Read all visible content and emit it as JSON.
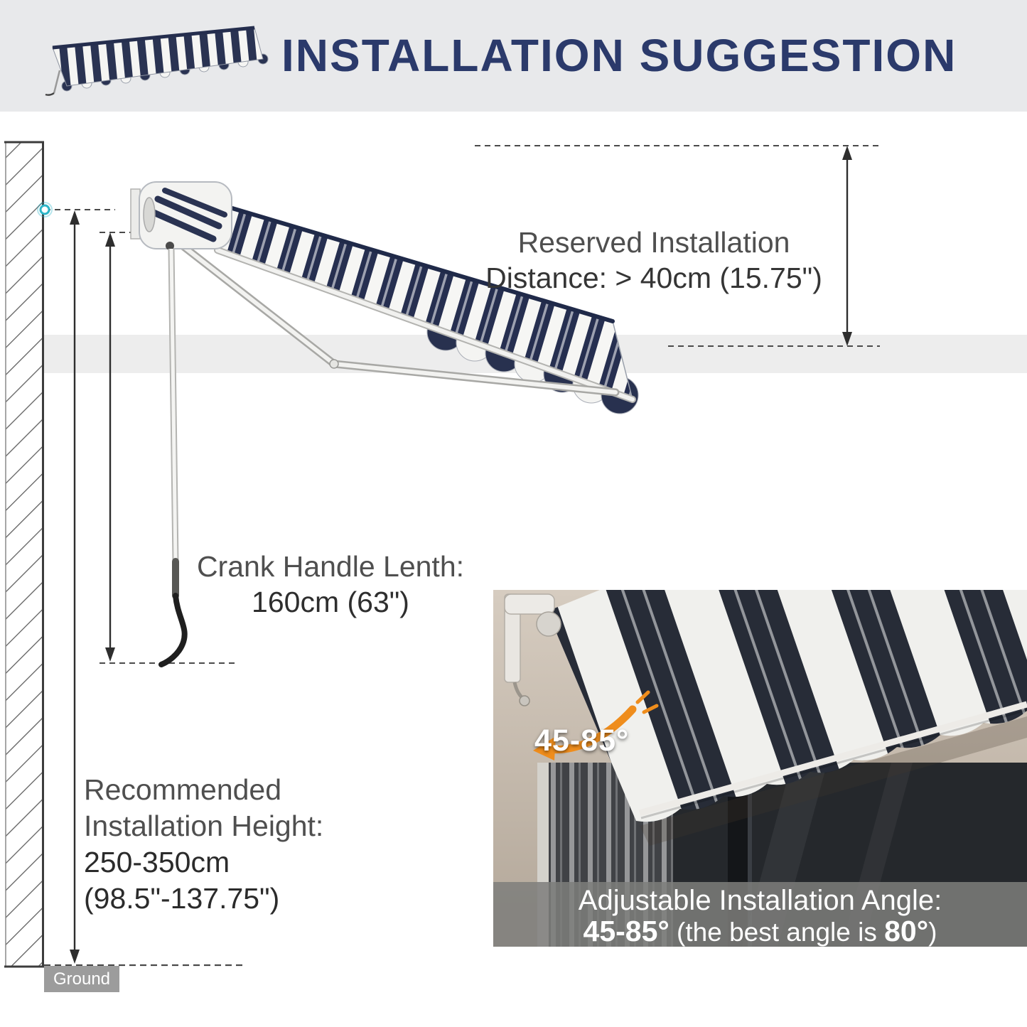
{
  "header": {
    "title": "INSTALLATION SUGGESTION"
  },
  "diagram": {
    "reserved": {
      "line1": "Reserved Installation",
      "line2": "Distance: > 40cm (15.75\")"
    },
    "crank": {
      "label": "Crank Handle Lenth:",
      "value": "160cm (63\")"
    },
    "height": {
      "line1": "Recommended",
      "line2": "Installation Height:",
      "line3": "250-350cm",
      "line4": "(98.5\"-137.75\")"
    },
    "ground": "Ground"
  },
  "inset": {
    "angle": "45-85°",
    "caption": {
      "line1": "Adjustable Installation Angle:",
      "range": "45-85°",
      "mid": " (the best angle is ",
      "best": "80°",
      "end": ")"
    }
  },
  "colors": {
    "accent_navy": "#2b3a6b",
    "stripe_navy": "#262f50",
    "orange": "#ef8d1c",
    "teal": "#2cb5c8",
    "caption_gray": "#7e7e7b",
    "header_gray": "#e8e9eb"
  }
}
